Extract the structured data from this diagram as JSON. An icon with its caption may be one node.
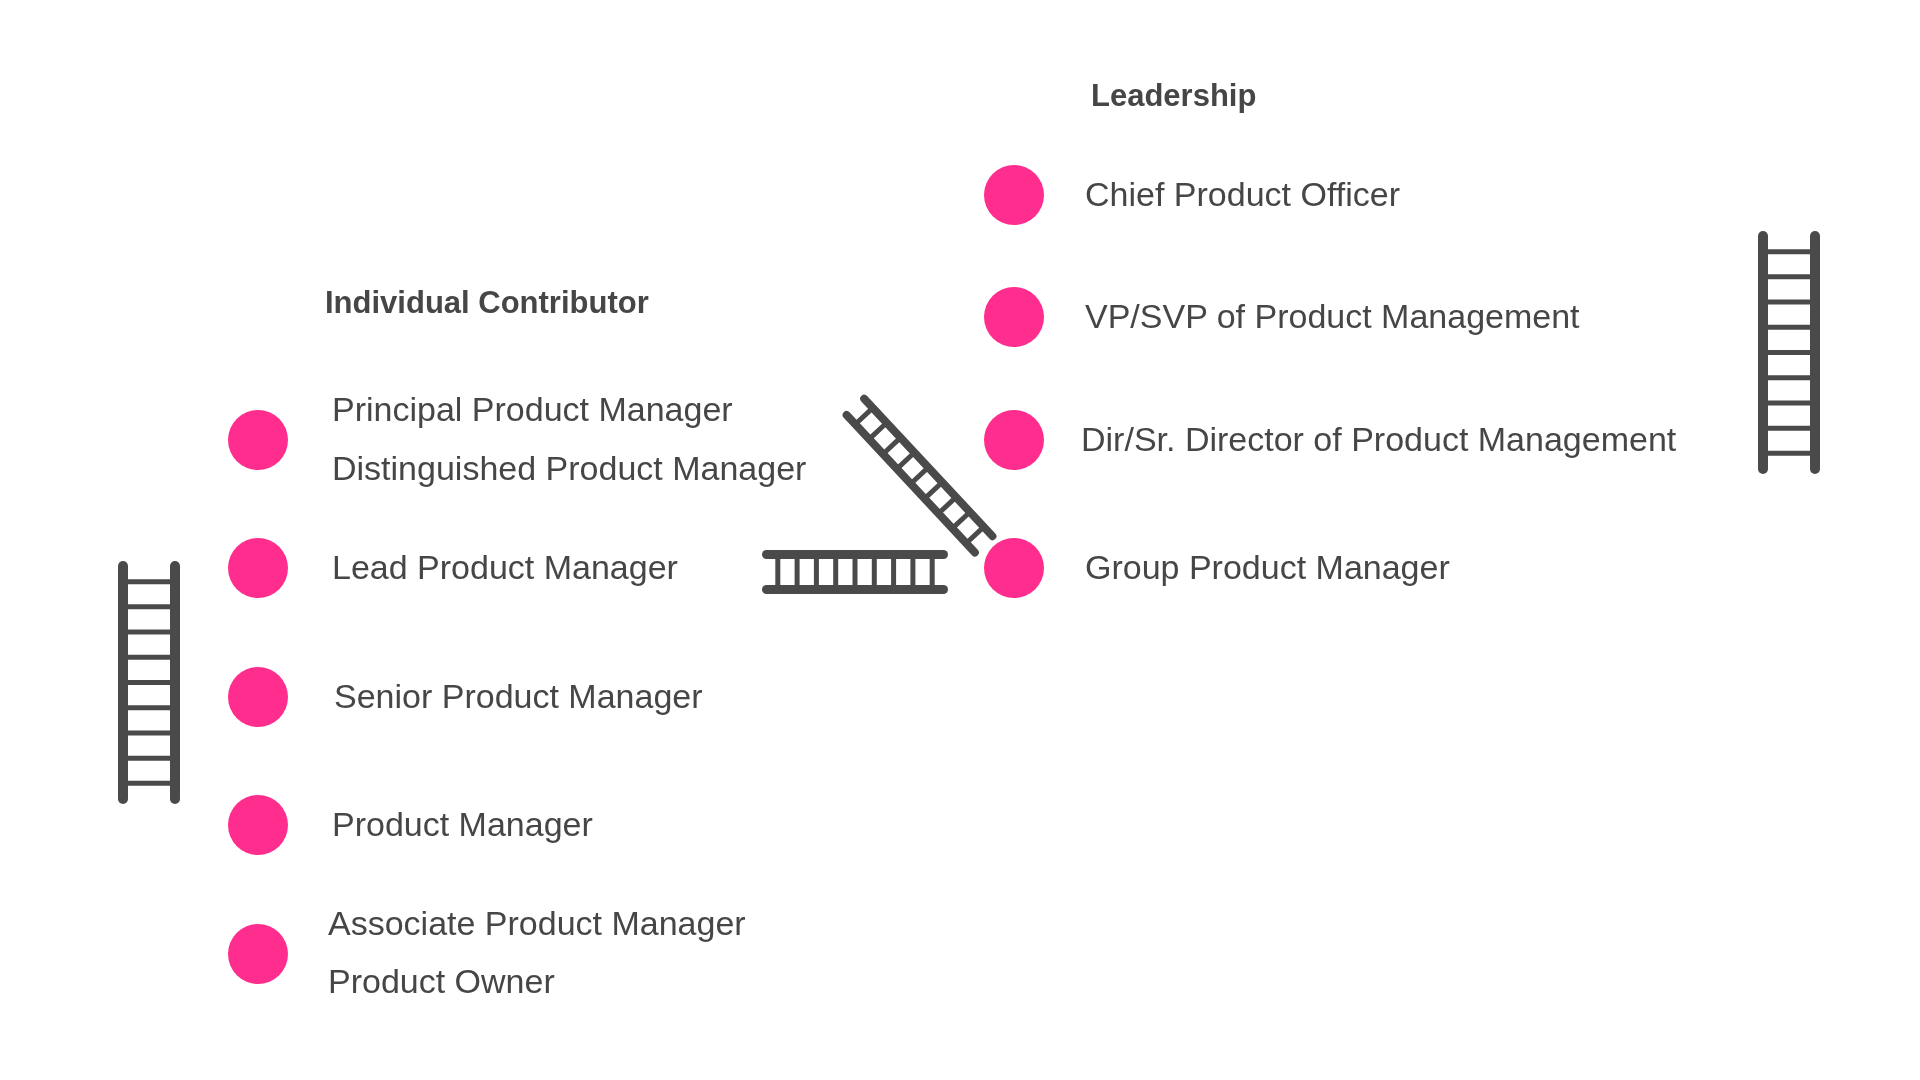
{
  "diagram": {
    "labels": [
      "Individual Contributor",
      "Principal Product Manager",
      "Distinguished Product Manager",
      "Lead Product Manager",
      "Senior Product Manager",
      "Product Manager",
      "Associate Product Manager",
      "Product Owner",
      "Leadership",
      "Chief Product Officer",
      "VP/SVP of Product Management",
      "Dir/Sr. Director of Product Management",
      "Group Product Manager"
    ]
  }
}
